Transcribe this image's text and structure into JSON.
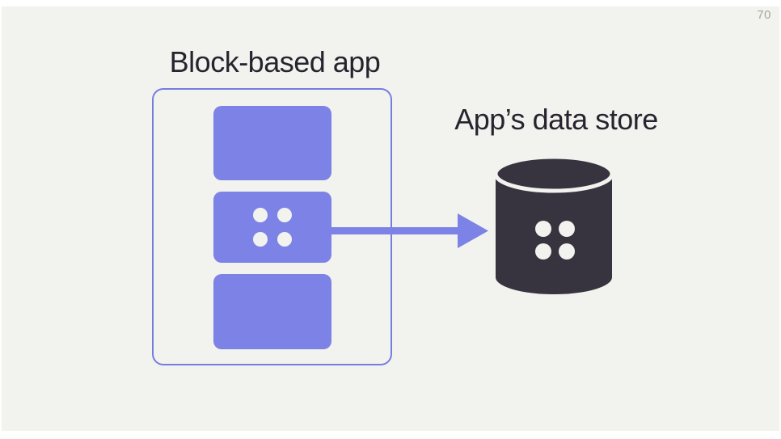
{
  "slide": {
    "page_number": "70",
    "labels": {
      "app": "Block-based app",
      "datastore": "App’s data store"
    },
    "diagram": {
      "app_blocks_count": 3,
      "middle_block_icon": "four-dots-icon",
      "datastore_icon": "database-cylinder-icon",
      "arrow_direction": "right"
    },
    "colors": {
      "slide_background": "#f2f3ee",
      "page_background": "#ffffff",
      "accent_purple": "#7d82e6",
      "container_border_purple": "#767de0",
      "cylinder_dark": "#37333f",
      "text_dark": "#27242f",
      "page_number_gray": "#a6a49f",
      "dot_fill": "#f2f3ee"
    }
  }
}
